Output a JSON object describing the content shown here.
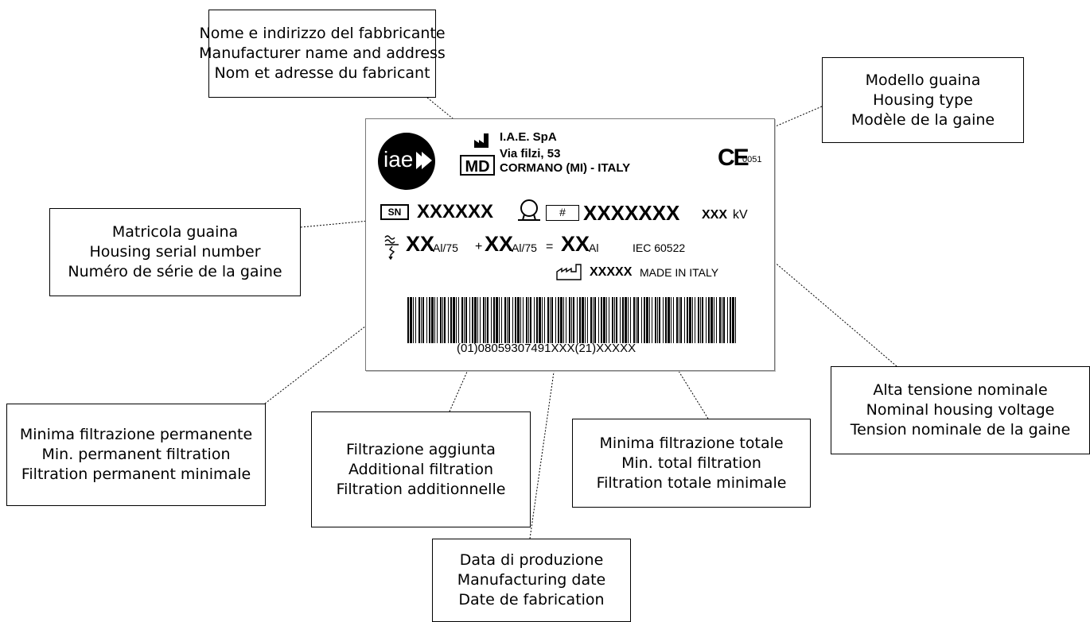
{
  "callouts": {
    "manufacturer": [
      "Nome e indirizzo del fabbricante",
      "Manufacturer name and address",
      "Nom et adresse du fabricant"
    ],
    "housing_type": [
      "Modello guaina",
      "Housing type",
      "Modèle de la gaine"
    ],
    "serial": [
      "Matricola guaina",
      "Housing serial number",
      "Numéro de série de la gaine"
    ],
    "voltage": [
      "Alta tensione nominale",
      "Nominal housing voltage",
      "Tension nominale de la gaine"
    ],
    "permanent_filtration": [
      "Minima filtrazione permanente",
      "Min. permanent filtration",
      "Filtration permanent minimale"
    ],
    "additional_filtration": [
      "Filtrazione aggiunta",
      "Additional filtration",
      "Filtration additionnelle"
    ],
    "total_filtration": [
      "Minima filtrazione totale",
      "Min. total filtration",
      "Filtration totale minimale"
    ],
    "date": [
      "Data di produzione",
      "Manufacturing date",
      "Date de fabrication"
    ]
  },
  "plate": {
    "logo_text": "iae",
    "company": "I.A.E. SpA",
    "street": "Via filzi, 53",
    "city": "CORMANO (MI) - ITALY",
    "md": "MD",
    "ce_mark": "CE",
    "notified_body": "0051",
    "sn_box": "SN",
    "serial_value": "XXXXXX",
    "hash_box": "#",
    "model_value": "XXXXXXX",
    "voltage_value": "XXX",
    "voltage_unit": "kV",
    "perm_value": "XX",
    "perm_unit": "Al/75",
    "plus": "+",
    "add_value": "XX",
    "add_unit": "Al/75",
    "equals": "=",
    "total_value": "XX",
    "total_unit": "Al",
    "standard": "IEC 60522",
    "date_value": "XXXXX",
    "made_in": "MADE IN ITALY",
    "barcode_text": "(01)08059307491XXX(21)XXXXX"
  }
}
